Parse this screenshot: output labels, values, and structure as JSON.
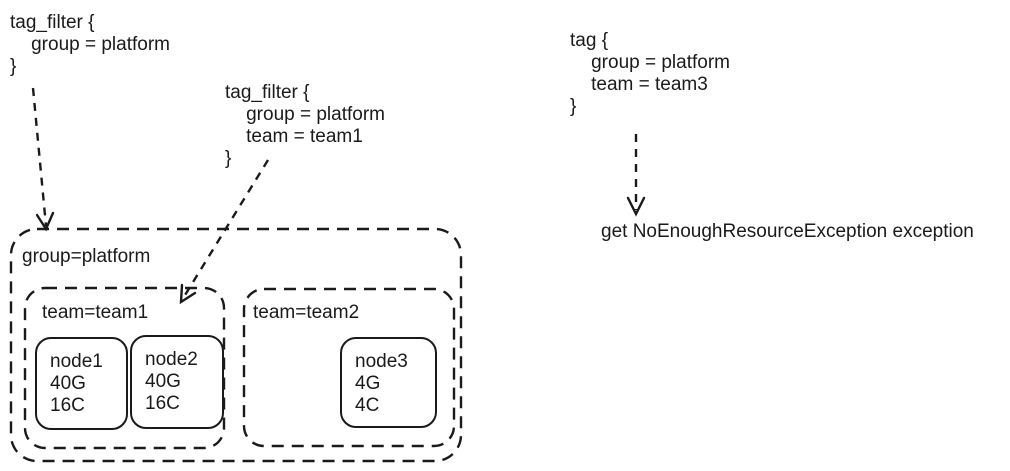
{
  "page": {
    "background": "#ffffff",
    "ink": "#1a1a1a"
  },
  "annotations": {
    "filter_group": "tag_filter {\n    group = platform\n}",
    "filter_group_team": "tag_filter {\n    group = platform\n    team = team1\n}",
    "tag_request": "tag {\n    group = platform\n    team = team3\n}",
    "exception_result": "get NoEnoughResourceException exception"
  },
  "cluster": {
    "group_label": "group=platform",
    "teams": [
      {
        "label": "team=team1",
        "nodes": [
          {
            "name": "node1",
            "memory": "40G",
            "cpu": "16C"
          },
          {
            "name": "node2",
            "memory": "40G",
            "cpu": "16C"
          }
        ]
      },
      {
        "label": "team=team2",
        "nodes": [
          {
            "name": "node3",
            "memory": "4G",
            "cpu": "4C"
          }
        ]
      }
    ]
  },
  "icons": {
    "arrow_style": "dashed-down-arrow"
  }
}
